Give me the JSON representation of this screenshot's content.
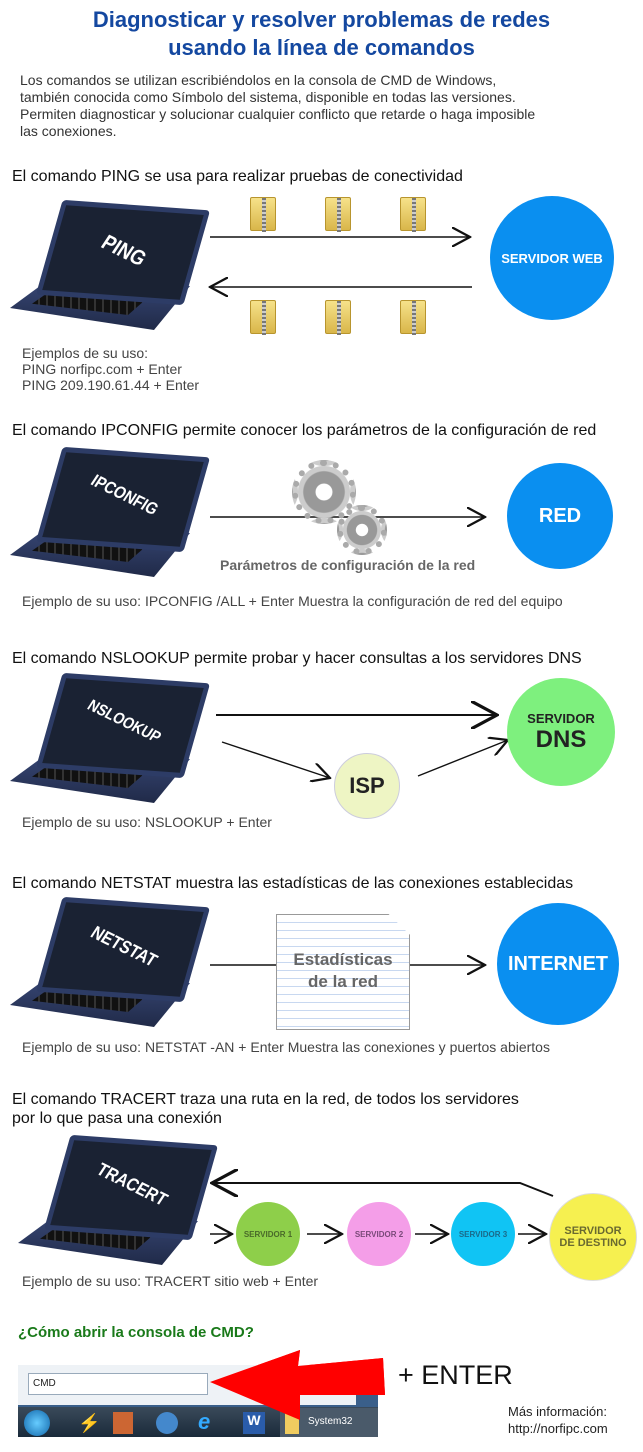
{
  "title": [
    "Diagnosticar y resolver problemas de redes",
    "usando la línea de comandos"
  ],
  "intro": [
    "Los comandos se utilizan escribiéndolos en la consola de CMD de Windows,",
    "también conocida como Símbolo del sistema,  disponible en todas las versiones.",
    "Permiten diagnosticar y solucionar cualquier conflicto que retarde o haga imposible",
    "las conexiones."
  ],
  "ping": {
    "heading": "El comando PING se usa para realizar pruebas de conectividad",
    "screen": "PING",
    "server": "SERVIDOR WEB",
    "examples": [
      "Ejemplos de su uso:",
      "PING norfipc.com + Enter",
      "PING 209.190.61.44 + Enter"
    ]
  },
  "ipconfig": {
    "heading": "El comando IPCONFIG permite conocer los parámetros de la configuración de red",
    "screen": "IPCONFIG",
    "target": "RED",
    "caption": "Parámetros de configuración de la red",
    "example": "Ejemplo de su uso: IPCONFIG /ALL + Enter  Muestra la configuración de red del equipo"
  },
  "nslookup": {
    "heading": "El comando NSLOOKUP permite probar y hacer consultas a los servidores DNS",
    "screen": "NSLOOKUP",
    "isp": "ISP",
    "dns_top": "SERVIDOR",
    "dns_bottom": "DNS",
    "example": "Ejemplo de su uso: NSLOOKUP + Enter"
  },
  "netstat": {
    "heading": "El comando NETSTAT muestra las estadísticas de las conexiones establecidas",
    "screen": "NETSTAT",
    "doc": [
      "Estadísticas",
      "de la red"
    ],
    "target": "INTERNET",
    "example": "Ejemplo de su uso: NETSTAT -AN + Enter Muestra las conexiones y puertos abiertos"
  },
  "tracert": {
    "heading": [
      "El comando TRACERT traza una ruta en la red, de todos los servidores",
      "por lo que pasa una conexión"
    ],
    "screen": "TRACERT",
    "servers": [
      "SERVIDOR 1",
      "SERVIDOR 2",
      "SERVIDOR 3"
    ],
    "dest": [
      "SERVIDOR",
      "DE DESTINO"
    ],
    "example": "Ejemplo de su uso: TRACERT sitio web + Enter"
  },
  "cmd": {
    "heading": "¿Cómo abrir la consola de CMD?",
    "input": "CMD",
    "taskbar_item": "System32",
    "enter": "+ ENTER",
    "more": [
      "Más información:",
      "http://norfipc.com"
    ]
  },
  "colors": {
    "title": "#1448a0",
    "blue": "#0a8ff0",
    "green_heading": "#1a7a1a"
  }
}
